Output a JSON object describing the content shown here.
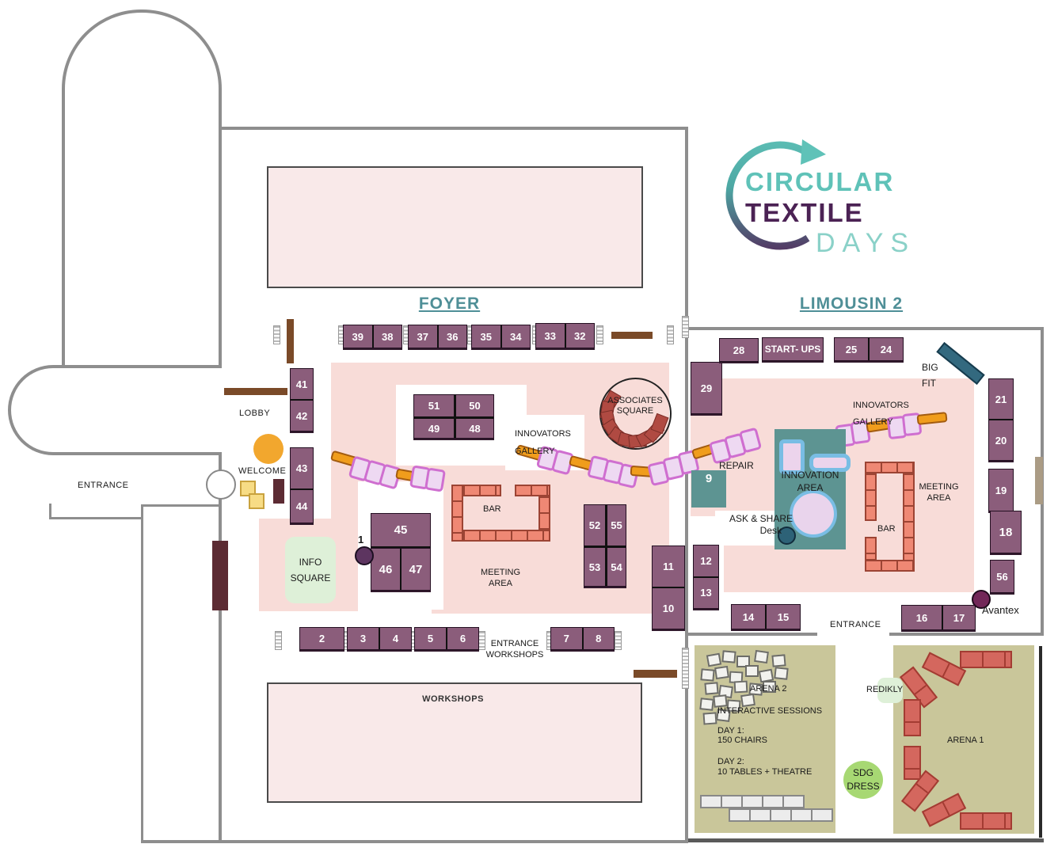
{
  "logo": {
    "circular": "CIRCULAR",
    "textile": "TEXTILE",
    "days": "DAYS"
  },
  "halls": {
    "foyer": "FOYER",
    "limousin": "LIMOUSIN 2"
  },
  "foyer": {
    "labels": {
      "lobby": "LOBBY",
      "welcome": "WELCOME",
      "entrance": "ENTRANCE",
      "workshops": "WORKSHOPS",
      "entrance_workshops": [
        "ENTRANCE",
        "WORKSHOPS"
      ],
      "info_square": [
        "INFO",
        "SQUARE"
      ],
      "meeting_area": [
        "MEETING",
        "AREA"
      ],
      "bar": "BAR",
      "associates_square": [
        "ASSOCIATES",
        "SQUARE"
      ],
      "innovators_gallery": [
        "INNOVATORS",
        "GALLERY"
      ]
    }
  },
  "limousin": {
    "labels": {
      "startups": "START- UPS",
      "big_fit": [
        "BIG",
        "FIT"
      ],
      "innovators_gallery": [
        "INNOVATORS",
        "GALLERY"
      ],
      "repair": "REPAIR",
      "innovation_area": [
        "INNOVATION",
        "AREA"
      ],
      "ask_share": [
        "ASK & SHARE",
        "Desk"
      ],
      "meeting_area": [
        "MEETING",
        "AREA"
      ],
      "bar": "BAR",
      "entrance": "ENTRANCE",
      "avantex": "Avantex"
    }
  },
  "arenas": {
    "arena1": "ARENA 1",
    "arena2": "ARENA 2",
    "interactive_sessions": "INTERACTIVE SESSIONS",
    "day1": "DAY 1:",
    "day1_detail": "150 CHAIRS",
    "day2": "DAY 2:",
    "day2_detail": "10 TABLES + THEATRE",
    "redikly": "REDIKLY",
    "sdg_dress": [
      "SDG",
      "DRESS"
    ]
  },
  "booths": {
    "b1": "1",
    "b2": "2",
    "b3": "3",
    "b4": "4",
    "b5": "5",
    "b6": "6",
    "b7": "7",
    "b8": "8",
    "b9": "9",
    "b10": "10",
    "b11": "11",
    "b12": "12",
    "b13": "13",
    "b14": "14",
    "b15": "15",
    "b16": "16",
    "b17": "17",
    "b18": "18",
    "b19": "19",
    "b20": "20",
    "b21": "21",
    "b24": "24",
    "b25": "25",
    "b28": "28",
    "b29": "29",
    "b32": "32",
    "b33": "33",
    "b34": "34",
    "b35": "35",
    "b36": "36",
    "b37": "37",
    "b38": "38",
    "b39": "39",
    "b41": "41",
    "b42": "42",
    "b43": "43",
    "b44": "44",
    "b45": "45",
    "b46": "46",
    "b47": "47",
    "b48": "48",
    "b49": "49",
    "b50": "50",
    "b51": "51",
    "b52": "52",
    "b53": "53",
    "b54": "54",
    "b55": "55",
    "b56": "56"
  },
  "colors": {
    "booth_purple": "#8b5d7b",
    "floor_pink": "#f8dcd8",
    "pale_pink": "#f9e9e9",
    "bar_salmon": "#ef8874",
    "arena_olive": "#c9c69a",
    "arena_seat_red": "#d4675e",
    "teal_area": "#5d9492",
    "accent_teal": "#4f8f97",
    "logo_teal": "#5fc2b8",
    "logo_purple": "#4b2254",
    "chain_orange": "#f09d1c",
    "chain_pink": "#eed9f2",
    "welcome_orange": "#f2a72e",
    "info_green": "#def0d8",
    "sdg_green": "#a7d873"
  }
}
